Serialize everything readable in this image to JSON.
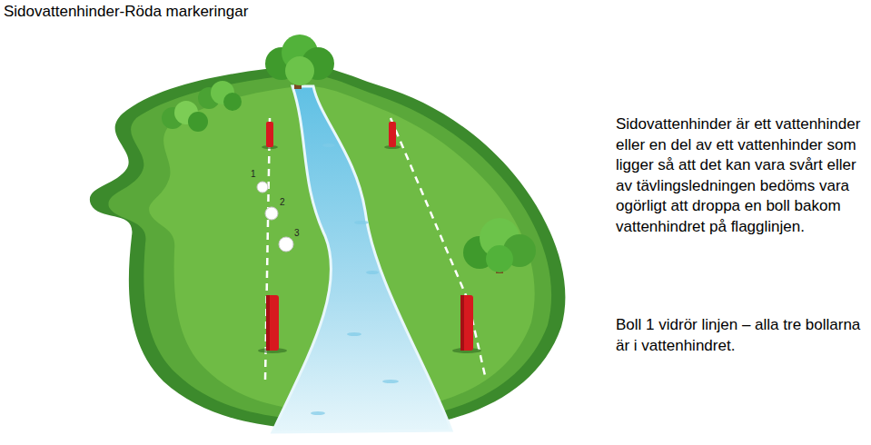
{
  "diagram": {
    "title": "Sidovattenhinder-Röda markeringar",
    "labels": [
      "1",
      "2",
      "3",
      "Sidovattenhinder är ett vattenhinder eller en del av ett vattenhinder som ligger så att det kan vara svårt eller av tävlingsledningen bedöms vara ogörligt att droppa en boll bakom vattenhindret på flagglinjen.",
      "Boll 1 vidrör linjen – alla tre bollarna är i vattenhindret."
    ]
  }
}
